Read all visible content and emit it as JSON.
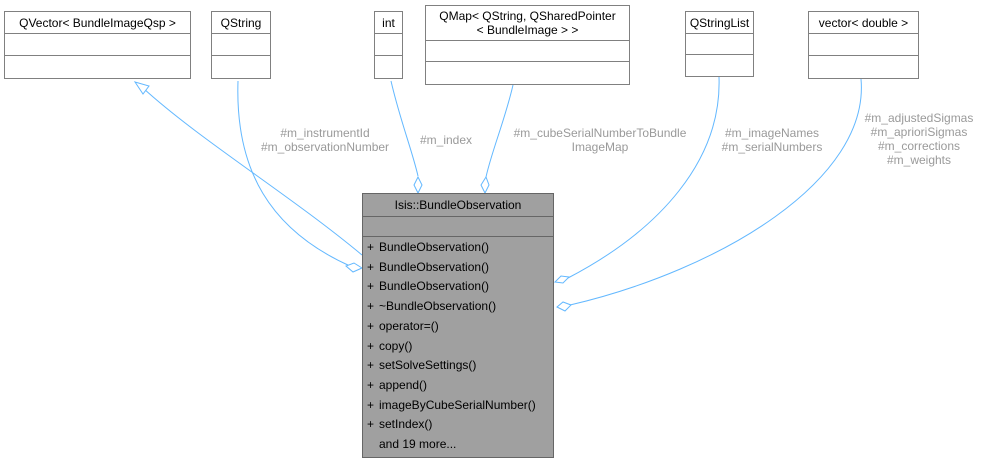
{
  "main_class": {
    "name": "Isis::BundleObservation",
    "methods": [
      {
        "vis": "+",
        "name": "BundleObservation()"
      },
      {
        "vis": "+",
        "name": "BundleObservation()"
      },
      {
        "vis": "+",
        "name": "BundleObservation()"
      },
      {
        "vis": "+",
        "name": "~BundleObservation()"
      },
      {
        "vis": "+",
        "name": "operator=()"
      },
      {
        "vis": "+",
        "name": "copy()"
      },
      {
        "vis": "+",
        "name": "setSolveSettings()"
      },
      {
        "vis": "+",
        "name": "append()"
      },
      {
        "vis": "+",
        "name": "imageByCubeSerialNumber()"
      },
      {
        "vis": "+",
        "name": "setIndex()"
      },
      {
        "vis": "",
        "name": "and 19 more..."
      }
    ]
  },
  "nodes": [
    {
      "id": "qvector",
      "title": "QVector< BundleImageQsp >"
    },
    {
      "id": "qstring",
      "title": "QString"
    },
    {
      "id": "int",
      "title": "int"
    },
    {
      "id": "qmap",
      "title_line1": "QMap< QString, QSharedPointer",
      "title_line2": "< BundleImage > >"
    },
    {
      "id": "qstringlist",
      "title": "QStringList"
    },
    {
      "id": "vector",
      "title": "vector< double >"
    }
  ],
  "edge_labels": {
    "qstring": [
      "#m_instrumentId",
      "#m_observationNumber"
    ],
    "int": [
      "#m_index"
    ],
    "qmap": [
      "#m_cubeSerialNumberToBundle",
      "ImageMap"
    ],
    "qstringlist": [
      "#m_imageNames",
      "#m_serialNumbers"
    ],
    "vector": [
      "#m_adjustedSigmas",
      "#m_aprioriSigmas",
      "#m_corrections",
      "#m_weights"
    ]
  },
  "colors": {
    "edge": "#63b8ff",
    "main_fill": "#a0a0a0",
    "label": "#9a9a9a"
  }
}
